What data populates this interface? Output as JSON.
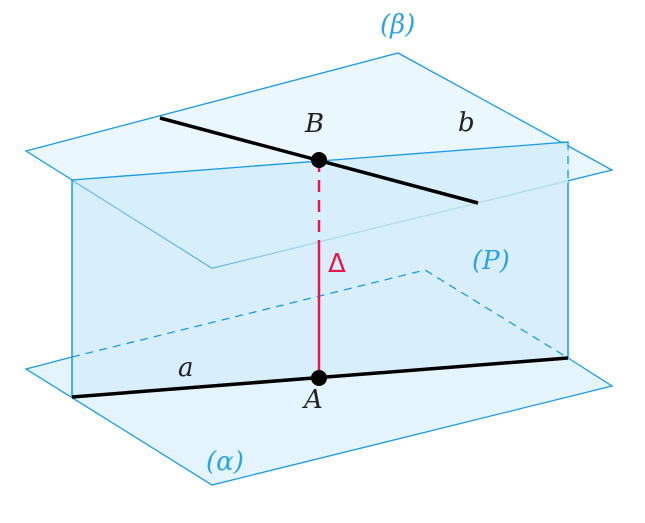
{
  "labels": {
    "beta": "(β)",
    "alpha": "(α)",
    "plane_p": "(P)",
    "point_b": "B",
    "point_a": "A",
    "line_b": "b",
    "line_a": "a",
    "delta": "Δ"
  },
  "colors": {
    "plane_stroke": "#1a9be6",
    "plane_fill": "#e4f4fd",
    "overlap_fill": "#d4ecfa",
    "perpendicular": "#e8174a",
    "lines": "#000000"
  }
}
